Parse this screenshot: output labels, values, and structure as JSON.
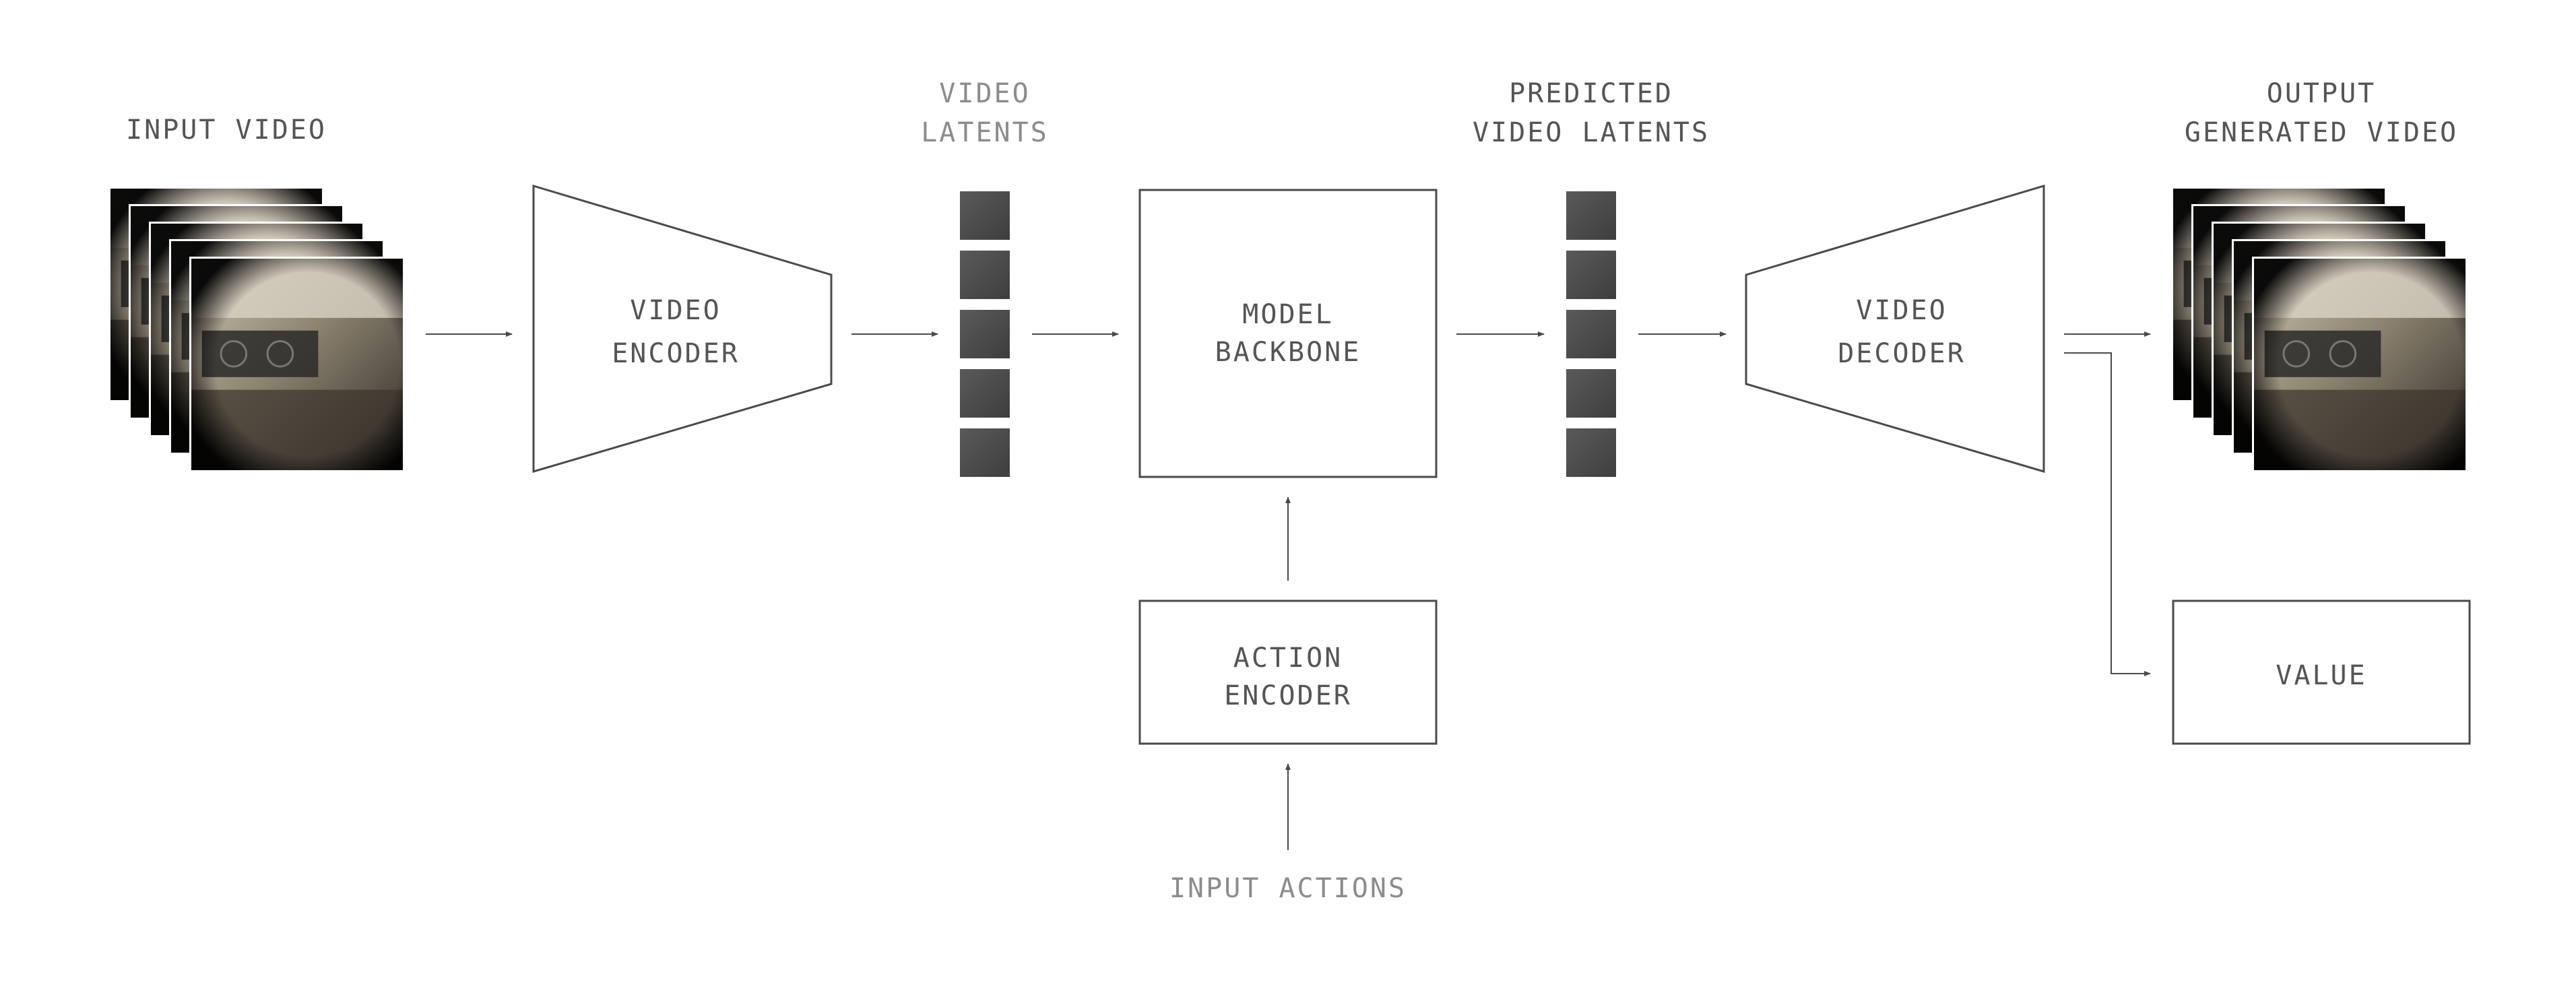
{
  "colors": {
    "background": "#ffffff",
    "stroke": "#4a4a4a",
    "label_dark": "#555555",
    "label_light": "#8c8c8c",
    "latent_fill": "#4e4e4e",
    "frame_edge": "#ffffff"
  },
  "input_video": {
    "label": "INPUT VIDEO",
    "frame_count": 5
  },
  "video_encoder": {
    "line1": "VIDEO",
    "line2": "ENCODER"
  },
  "video_latents": {
    "line1": "VIDEO",
    "line2": "LATENTS",
    "block_count": 5
  },
  "model_backbone": {
    "line1": "MODEL",
    "line2": "BACKBONE"
  },
  "predicted_latents": {
    "line1": "PREDICTED",
    "line2": "VIDEO LATENTS",
    "block_count": 5
  },
  "video_decoder": {
    "line1": "VIDEO",
    "line2": "DECODER"
  },
  "output_video": {
    "line1": "OUTPUT",
    "line2": "GENERATED VIDEO",
    "frame_count": 5
  },
  "action_encoder": {
    "line1": "ACTION",
    "line2": "ENCODER"
  },
  "input_actions": {
    "label": "INPUT ACTIONS"
  },
  "value": {
    "label": "VALUE"
  }
}
